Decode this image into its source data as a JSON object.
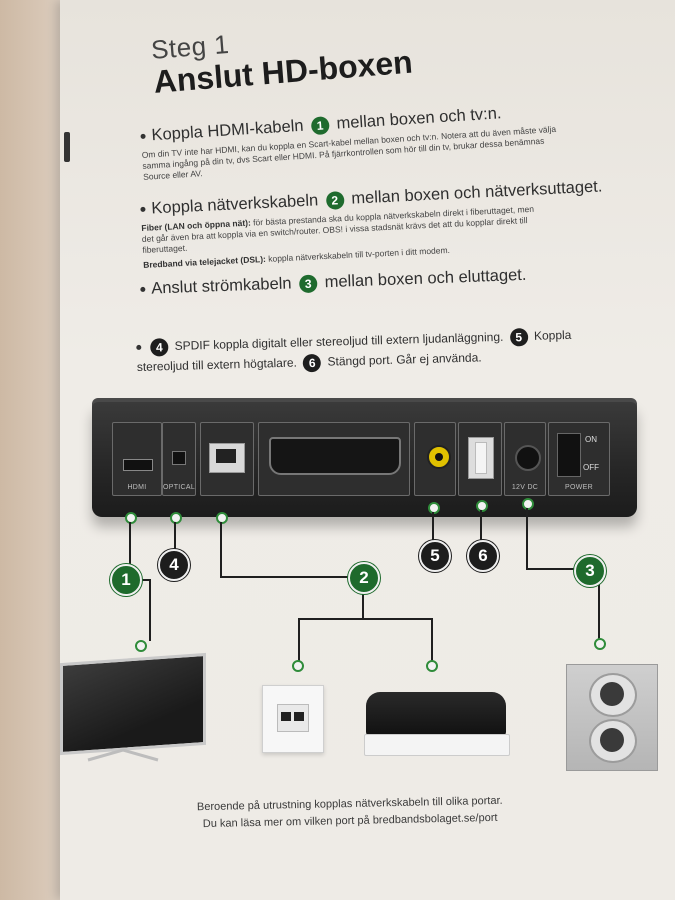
{
  "header": {
    "step": "Steg 1",
    "title": "Anslut HD-boxen"
  },
  "items": [
    {
      "before": "Koppla HDMI-kabeln",
      "num": "1",
      "after": "mellan boxen och tv:n.",
      "note": "Om din TV inte har HDMI, kan du koppla en Scart-kabel mellan boxen och tv:n. Notera att du även måste välja samma ingång på din tv, dvs Scart eller HDMI. På fjärrkontrollen som hör till din tv, brukar dessa benämnas Source eller AV."
    },
    {
      "before": "Koppla nätverkskabeln",
      "num": "2",
      "after": "mellan boxen och nätverksuttaget.",
      "fiber_label": "Fiber (LAN och öppna nät):",
      "fiber_text": "för bästa prestanda ska du koppla nätverkskabeln direkt i fiberuttaget, men det går även bra att koppla via en switch/router. OBS! i vissa stadsnät krävs det att du kopplar direkt till fiberuttaget.",
      "dsl_label": "Bredband via telejacket (DSL):",
      "dsl_text": "koppla nätverkskabeln till tv-porten i ditt modem."
    },
    {
      "before": "Anslut strömkabeln",
      "num": "3",
      "after": "mellan boxen och eluttaget."
    },
    {
      "num4": "4",
      "text4": "SPDIF koppla digitalt eller stereoljud till extern ljudanläggning.",
      "num5": "5",
      "text5": "Koppla stereoljud till extern högtalare.",
      "num6": "6",
      "text6": "Stängd port. Går ej använda."
    }
  ],
  "device": {
    "ports": {
      "hdmi": "HDMI",
      "optical": "OPTICAL",
      "dc": "12V DC",
      "power": "POWER",
      "on": "ON",
      "off": "OFF"
    }
  },
  "markers": {
    "m1": "1",
    "m2": "2",
    "m3": "3",
    "m4": "4",
    "m5": "5",
    "m6": "6"
  },
  "footer": {
    "line1": "Beroende på utrustning kopplas nätverkskabeln till olika portar.",
    "line2": "Du kan läsa mer om vilken port på bredbandsbolaget.se/port"
  },
  "colors": {
    "green": "#1e6a2c",
    "black": "#1d1d1d"
  }
}
